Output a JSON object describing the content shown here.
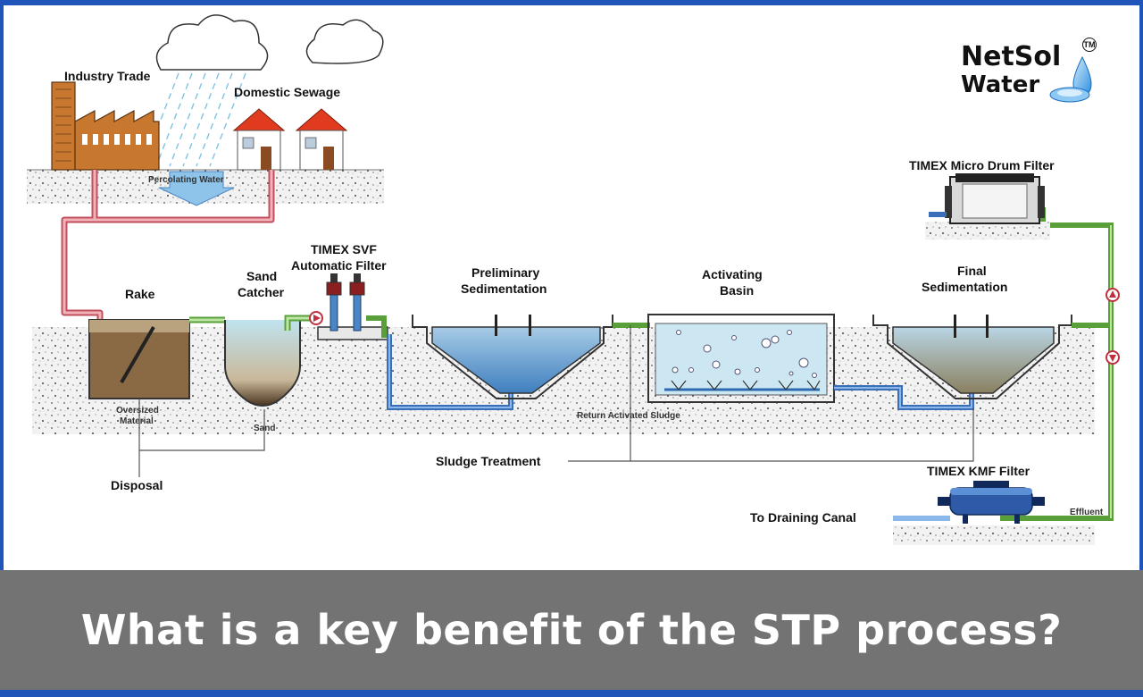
{
  "brand": {
    "name_line1": "NetSol",
    "name_line2": "Water",
    "tm": "TM"
  },
  "labels": {
    "industry": "Industry Trade",
    "domestic": "Domestic Sewage",
    "percolating": "Percolating Water",
    "rake": "Rake",
    "sand_catcher_1": "Sand",
    "sand_catcher_2": "Catcher",
    "svf_1": "TIMEX SVF",
    "svf_2": "Automatic Filter",
    "prelim_1": "Preliminary",
    "prelim_2": "Sedimentation",
    "activating_1": "Activating",
    "activating_2": "Basin",
    "final_1": "Final",
    "final_2": "Sedimentation",
    "micro_drum": "TIMEX Micro Drum Filter",
    "oversized_1": "Oversized",
    "oversized_2": "Material",
    "sand": "Sand",
    "disposal": "Disposal",
    "return_sludge": "Return Activated Sludge",
    "sludge_treatment": "Sludge Treatment",
    "kmf": "TIMEX KMF Filter",
    "draining": "To Draining Canal",
    "effluent": "Effluent"
  },
  "banner": {
    "question": "What is a key benefit of the STP process?"
  },
  "colors": {
    "frame": "#1f55b8",
    "banner_bg": "#737373",
    "pipe_inflow": "#d9737f",
    "pipe_green": "#8fcf6a",
    "pipe_blue": "#5b8fd6",
    "water": "#a9d6e6",
    "sludge": "#8a6a45"
  }
}
